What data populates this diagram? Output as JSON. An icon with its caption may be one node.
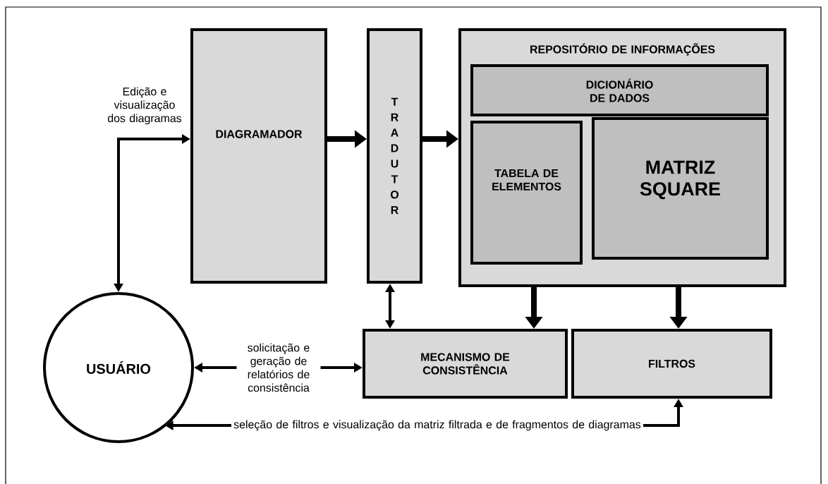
{
  "diagram": {
    "nodes": [
      {
        "text": [
          "DIAGRAMADOR"
        ]
      },
      {
        "text": [
          "TRADUTOR"
        ]
      },
      {
        "text": [
          "REPOSITÓRIO DE INFORMAÇÕES"
        ]
      },
      {
        "text": [
          "DICIONÁRIO DE DADOS"
        ],
        "in": 2
      },
      {
        "text": [
          "TABELA DE ELEMENTOS"
        ],
        "in": 2
      },
      {
        "text": [
          "MATRIZ SQUARE"
        ],
        "in": 2
      },
      {
        "text": [
          "MECANISMO DE CONSISTÊNCIA"
        ]
      },
      {
        "text": [
          "FILTROS"
        ]
      },
      {
        "text": [
          "USUÁRIO"
        ]
      }
    ],
    "edges": [
      {
        "from": 8,
        "to": 0,
        "arrow": "both",
        "label": "Edição e visualização dos diagramas"
      },
      {
        "from": 0,
        "to": 1,
        "arrow": "to",
        "style": "thick"
      },
      {
        "from": 1,
        "to": 2,
        "arrow": "to",
        "style": "thick"
      },
      {
        "from": 1,
        "to": 6,
        "arrow": "both"
      },
      {
        "from": 2,
        "to": 6,
        "arrow": "to",
        "style": "thick"
      },
      {
        "from": 2,
        "to": 7,
        "arrow": "to",
        "style": "thick"
      },
      {
        "from": 8,
        "to": 6,
        "arrow": "both",
        "label": "solicitação e geração de relatórios de consistência"
      },
      {
        "from": 7,
        "to": 8,
        "arrow": "both",
        "label": "seleção de filtros e visualização da matriz filtrada e de fragmentos de diagramas"
      }
    ]
  }
}
